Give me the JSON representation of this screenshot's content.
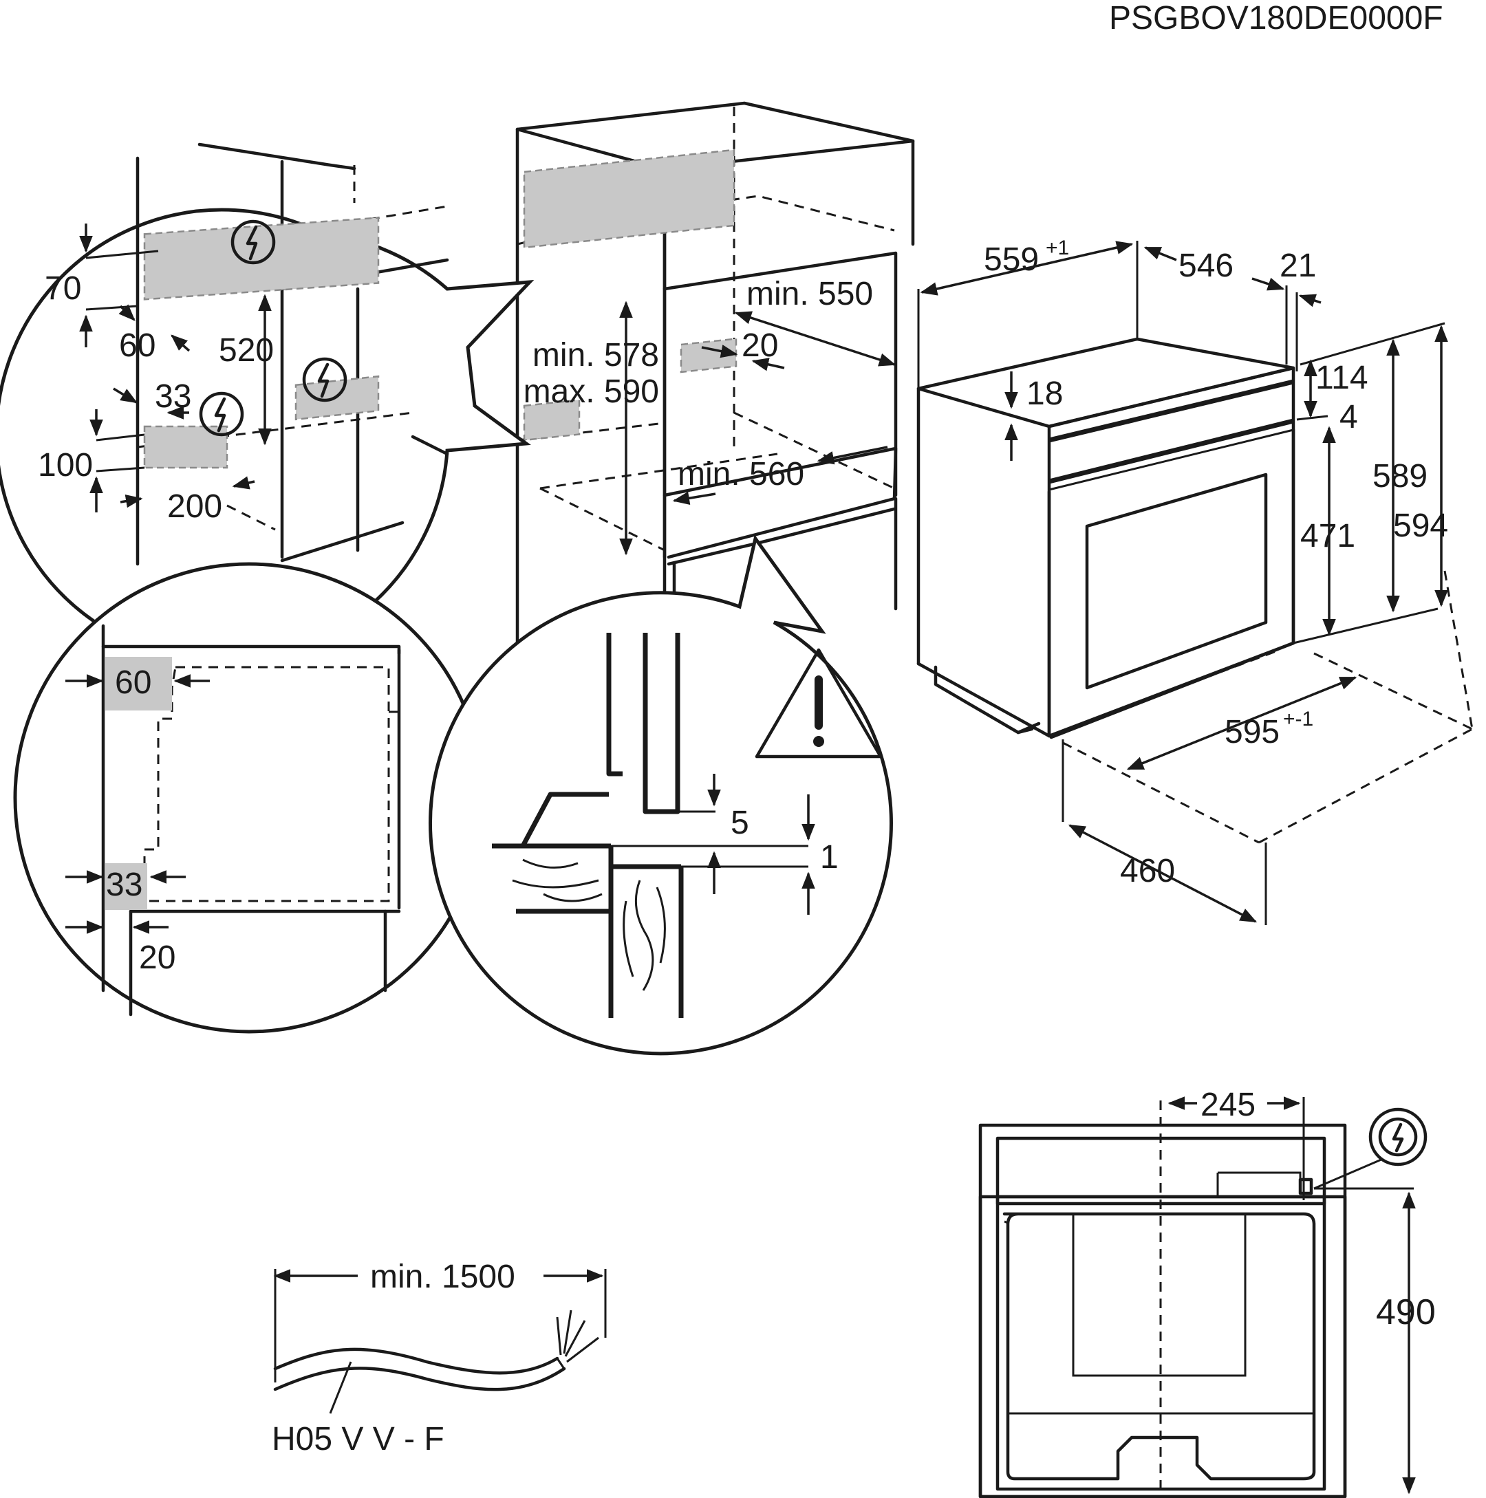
{
  "code": "PSGBOV180DE0000F",
  "detail_niche": {
    "d70": "70",
    "d60": "60",
    "d520": "520",
    "d33": "33",
    "d100": "100",
    "d200": "200"
  },
  "cabinet": {
    "min550": "min. 550",
    "d20": "20",
    "min578": "min. 578",
    "max590": "max. 590",
    "min560": "min. 560"
  },
  "oven": {
    "d559": "559",
    "d559_tol": "+1",
    "d546": "546",
    "d21": "21",
    "d18": "18",
    "d114": "114",
    "d4": "4",
    "d589": "589",
    "d594": "594",
    "d471": "471",
    "d595": "595",
    "d595_tol": "+-1",
    "d460": "460"
  },
  "detail_side": {
    "d60": "60",
    "d33": "33",
    "d20": "20"
  },
  "detail_edge": {
    "d5": "5",
    "d1": "1"
  },
  "cable": {
    "min1500": "min. 1500",
    "type": "H05 V V - F"
  },
  "front": {
    "d245": "245",
    "d490": "490"
  },
  "icons": [
    "electric-connection-icon",
    "warning-triangle-icon"
  ]
}
